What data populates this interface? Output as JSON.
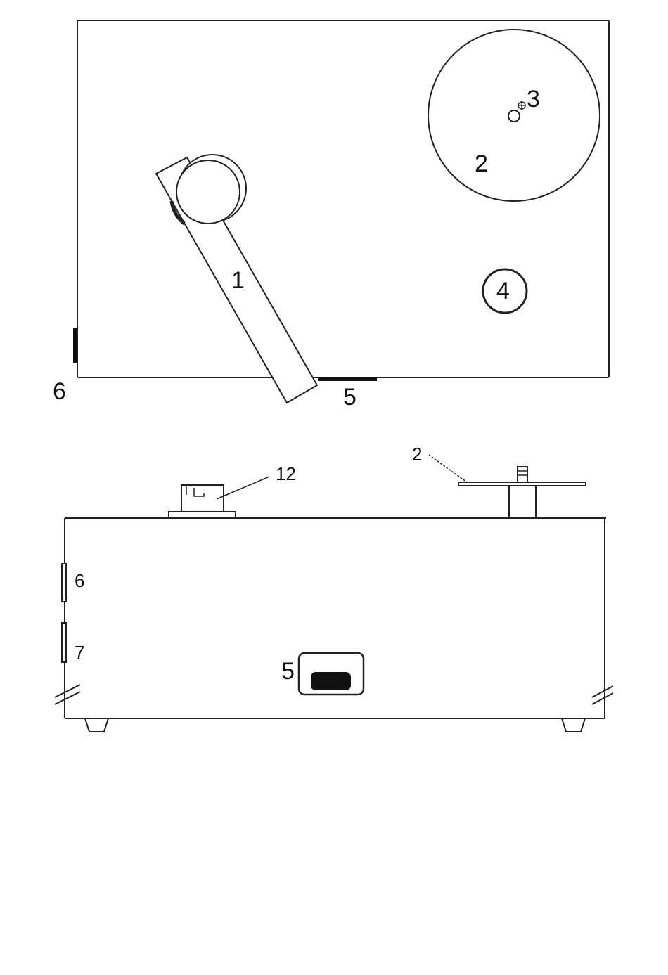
{
  "top_view": {
    "labels": {
      "tonearm": "1",
      "platter": "2",
      "spindle": "3",
      "knob": "4",
      "front_control": "5",
      "side_control": "6"
    }
  },
  "side_view": {
    "labels": {
      "platter": "2",
      "tonearm_base": "12",
      "side_control_upper": "6",
      "side_control_lower": "7",
      "front_switch": "5"
    }
  },
  "colors": {
    "stroke": "#222222",
    "fill_dark": "#111111",
    "background": "#ffffff"
  }
}
